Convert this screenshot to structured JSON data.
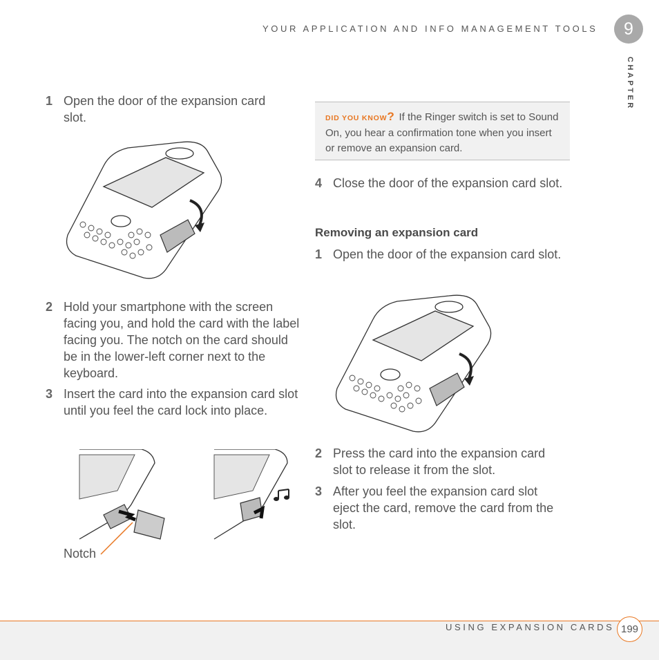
{
  "header": {
    "title": "YOUR APPLICATION AND INFO MANAGEMENT TOOLS",
    "chapter_number": "9",
    "chapter_word": "CHAPTER"
  },
  "left_column": {
    "step1": {
      "num": "1",
      "text": "Open the door of the expansion card slot."
    },
    "step2": {
      "num": "2",
      "text": "Hold your smartphone with the screen facing you, and hold the card with the label facing you. The notch on the card should be in the lower-left corner next to the keyboard."
    },
    "step3": {
      "num": "3",
      "text": "Insert the card into the expansion card slot until you feel the card lock into place."
    },
    "notch_label": "Notch"
  },
  "right_column": {
    "tip": {
      "label": "DID YOU KNOW",
      "question_mark": "?",
      "text": "If the Ringer switch is set to Sound On, you hear a confirmation tone when you insert or remove an expansion card."
    },
    "step4": {
      "num": "4",
      "text": "Close the door of the expansion card slot."
    },
    "subhead": "Removing an expansion card",
    "r_step1": {
      "num": "1",
      "text": "Open the door of the expansion card slot."
    },
    "r_step2": {
      "num": "2",
      "text": "Press the card into the expansion card slot to release it from the slot."
    },
    "r_step3": {
      "num": "3",
      "text": "After you feel the expansion card slot eject the card, remove the card from the slot."
    }
  },
  "footer": {
    "title": "USING EXPANSION CARDS",
    "page_number": "199"
  },
  "colors": {
    "accent": "#e87722",
    "chapter_circle": "#a9a9a9",
    "tip_bg": "#f1f1f1"
  }
}
